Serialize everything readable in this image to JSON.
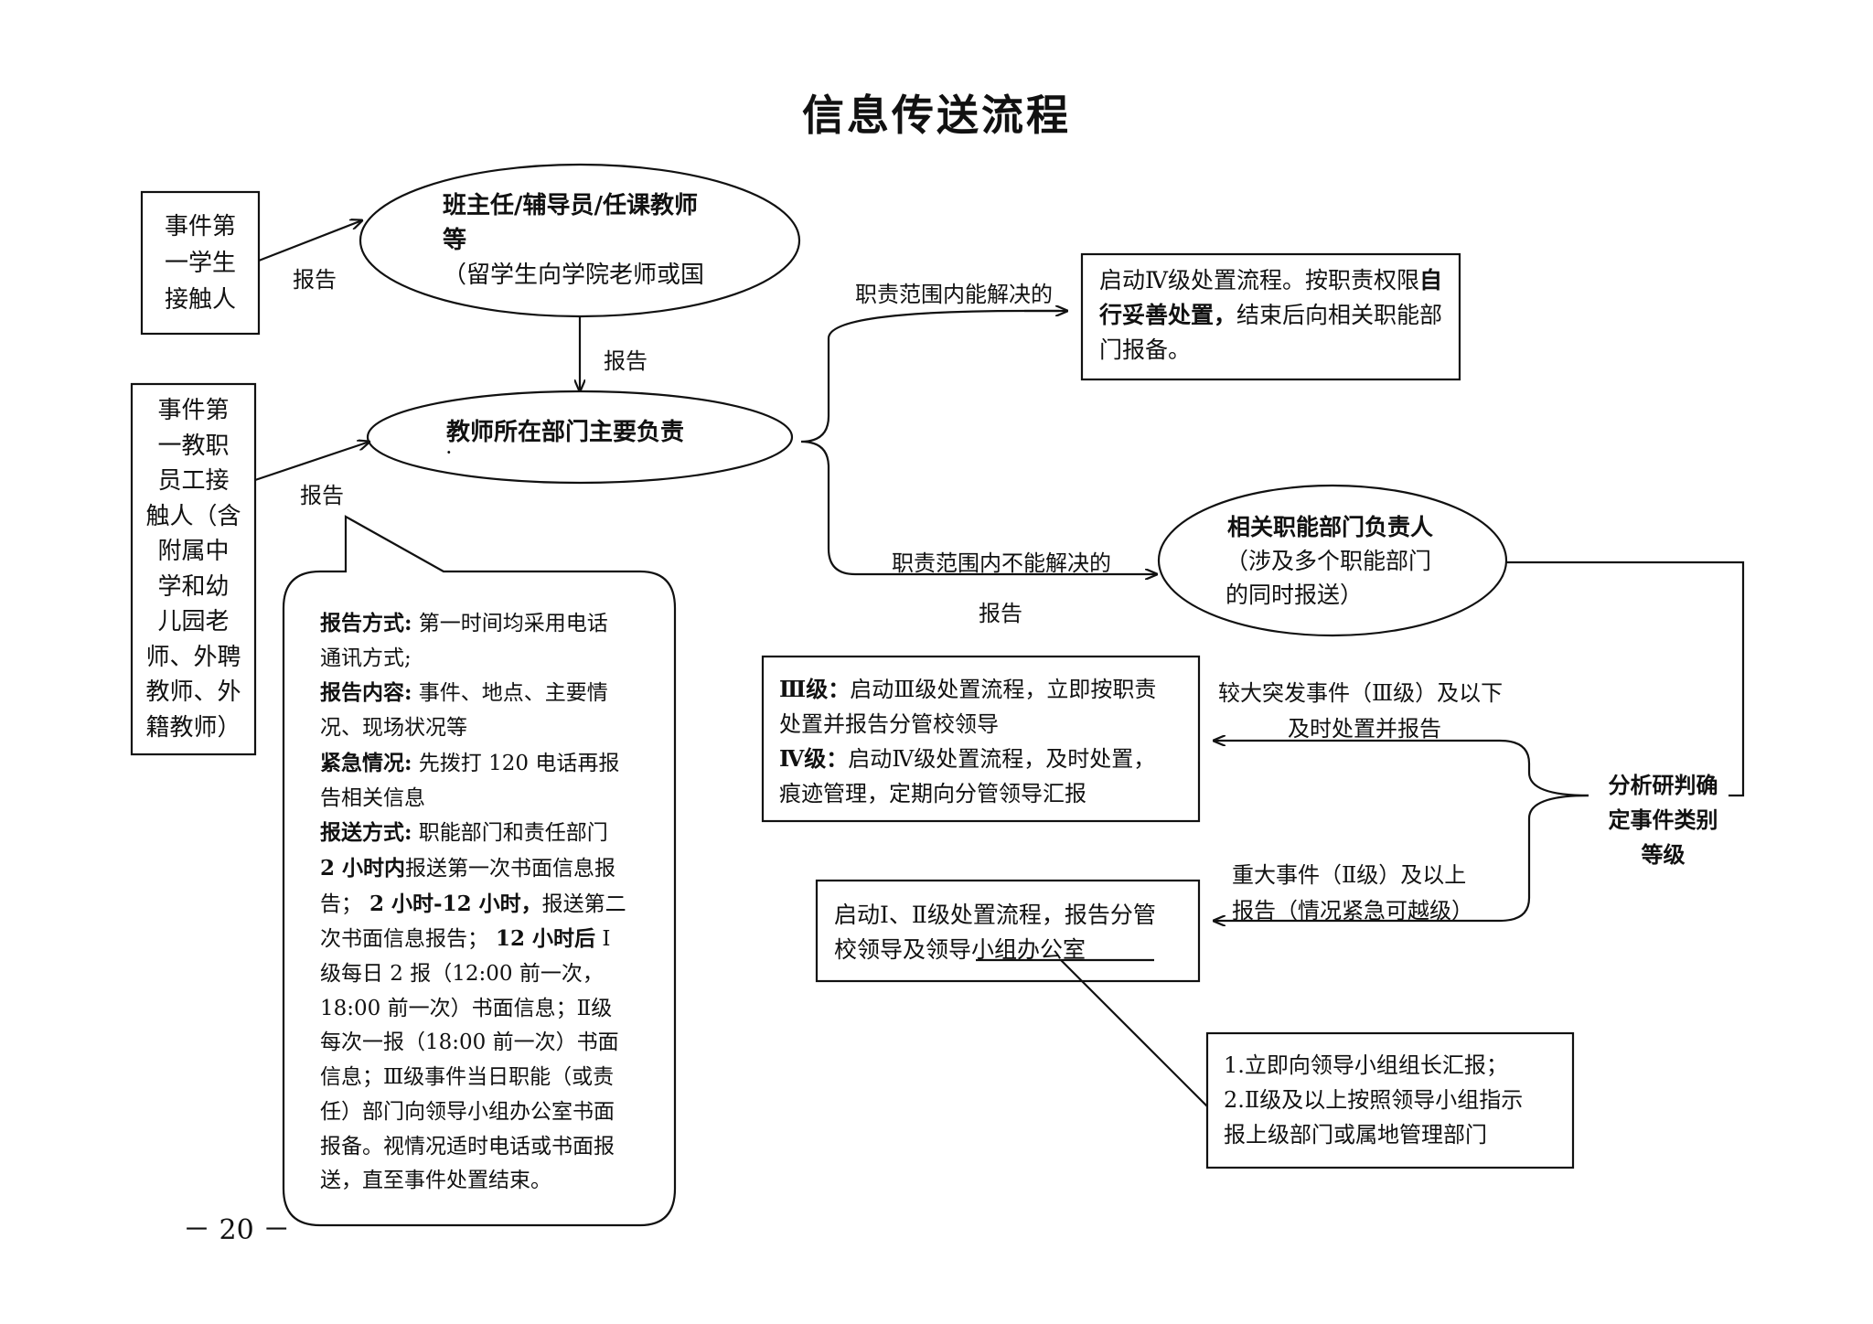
{
  "title": "信息传送流程",
  "page_number": "－ 20 －",
  "nodes": {
    "student_contact": [
      "事件第",
      "一学生",
      "接触人"
    ],
    "staff_contact": [
      "事件第",
      "一教职",
      "员工接",
      "触人（含",
      "附属中",
      "学和幼",
      "儿园老",
      "师、外聘",
      "教师、外",
      "籍教师）"
    ],
    "teacher_ellipse": {
      "line1": "班主任/辅导员/任课教师",
      "line2": "等",
      "line3": "（留学生向学院老师或国"
    },
    "dept_head_ellipse": {
      "line1": "教师所在部门主要负责",
      "line2": "·"
    },
    "level4_box": {
      "seg1": "启动Ⅳ级处置流程。按职责权限",
      "seg2": "自",
      "seg3": "行妥善处置，",
      "seg4": "结束后向相关职能部",
      "seg5": "门报备。"
    },
    "func_dept_ellipse": {
      "line1": "相关职能部门负责人",
      "line2": "（涉及多个职能部门",
      "line3": "的同时报送）"
    },
    "level34_box": {
      "l3_label": "Ⅲ级：",
      "l3_text1": "启动Ⅲ级处置流程，立即按职责",
      "l3_text2": "处置并报告分管校领导",
      "l4_label": "Ⅳ级：",
      "l4_text1": "启动Ⅳ级处置流程，及时处置，",
      "l4_text2": "痕迹管理，定期向分管领导汇报"
    },
    "level12_box": {
      "line1": "启动Ⅰ、Ⅱ级处置流程，报告分管",
      "line2a": "校领导及领导",
      "line2b": "小组办公室"
    },
    "analyze": [
      "分析研判确",
      "定事件类别",
      "等级"
    ],
    "leader_box": {
      "line1": "1.立即向领导小组组长汇报；",
      "line2": "2.Ⅱ级及以上按照领导小组指示",
      "line3": "报上级部门或属地管理部门"
    },
    "callout": {
      "p1_label": "报告方式:",
      "p1_text": " 第一时间均采用电话",
      "p1_text2": "通讯方式;",
      "p2_label": "报告内容:",
      "p2_text": " 事件、地点、主要情",
      "p2_text2": "况、现场状况等",
      "p3_label": "紧急情况:",
      "p3_text": " 先拨打 120 电话再报",
      "p3_text2": "告相关信息",
      "p4_label": "报送方式:",
      "p4_text": " 职能部门和责任部门",
      "p4_b1": "2 小时内",
      "p4_t1": "报送第一次书面信息报",
      "p4_t2a": "告；",
      "p4_b2": " 2 小时-12 小时，",
      "p4_t2b": "报送第二",
      "p4_t3a": "次书面信息报告；",
      "p4_b3": " 12 小时后",
      "p4_t3b": " Ⅰ",
      "p4_t4": "级每日 2 报（12:00 前一次，",
      "p4_t5": "18:00 前一次）书面信息；Ⅱ级",
      "p4_t6": "每次一报（18:00 前一次）书面",
      "p4_t7": "信息；Ⅲ级事件当日职能（或责",
      "p4_t8": "任）部门向领导小组办公室书面",
      "p4_t9": "报备。视情况适时电话或书面报",
      "p4_t10": "送，直至事件处置结束。"
    }
  },
  "edge_labels": {
    "report1": "报告",
    "report2": "报告",
    "report3": "报告",
    "report4": "报告",
    "within_scope": "职责范围内能解决的",
    "beyond_scope": "职责范围内不能解决的",
    "major": "较大突发事件（Ⅲ级）及以下",
    "major2": "及时处置并报告",
    "serious": "重大事件（Ⅱ级）及以上",
    "serious2": "报告（情况紧急可越级）"
  }
}
